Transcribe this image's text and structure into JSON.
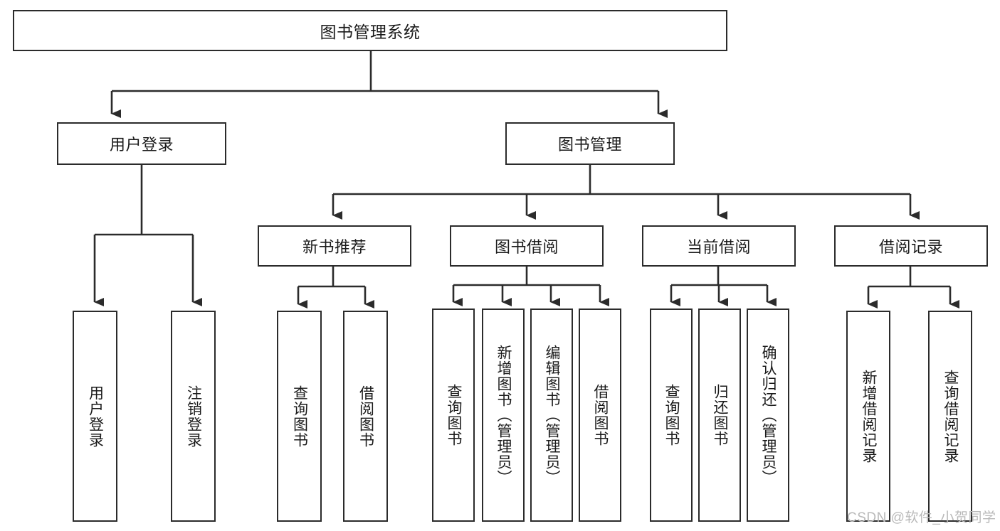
{
  "diagram": {
    "type": "tree-hierarchy-chart",
    "title": "图书管理系统",
    "stroke_color": "#2b2b2b",
    "fill_color": "#ffffff",
    "text_color": "#1a1a1a",
    "nodes": {
      "root": {
        "label": "图书管理系统",
        "level": 0,
        "orientation": "horizontal"
      },
      "user_login": {
        "label": "用户登录",
        "level": 1,
        "orientation": "horizontal"
      },
      "book_manage": {
        "label": "图书管理",
        "level": 1,
        "orientation": "horizontal"
      },
      "new_book_rec": {
        "label": "新书推荐",
        "level": 2,
        "orientation": "horizontal"
      },
      "book_borrow": {
        "label": "图书借阅",
        "level": 2,
        "orientation": "horizontal"
      },
      "current_borrow": {
        "label": "当前借阅",
        "level": 2,
        "orientation": "horizontal"
      },
      "borrow_record": {
        "label": "借阅记录",
        "level": 2,
        "orientation": "horizontal"
      },
      "leaf_user_login": {
        "label": "用户登录",
        "level": 3,
        "orientation": "vertical"
      },
      "leaf_logout": {
        "label": "注销登录",
        "level": 3,
        "orientation": "vertical"
      },
      "leaf_query_book_1": {
        "label": "查询图书",
        "level": 3,
        "orientation": "vertical"
      },
      "leaf_borrow_book_1": {
        "label": "借阅图书",
        "level": 3,
        "orientation": "vertical"
      },
      "leaf_query_book_2": {
        "label": "查询图书",
        "level": 3,
        "orientation": "vertical"
      },
      "leaf_add_book": {
        "label": "新增图书（管理员）",
        "level": 3,
        "orientation": "vertical"
      },
      "leaf_edit_book": {
        "label": "编辑图书（管理员）",
        "level": 3,
        "orientation": "vertical"
      },
      "leaf_borrow_book_2": {
        "label": "借阅图书",
        "level": 3,
        "orientation": "vertical"
      },
      "leaf_query_book_3": {
        "label": "查询图书",
        "level": 3,
        "orientation": "vertical"
      },
      "leaf_return_book": {
        "label": "归还图书",
        "level": 3,
        "orientation": "vertical"
      },
      "leaf_confirm_return": {
        "label": "确认归还（管理员）",
        "level": 3,
        "orientation": "vertical"
      },
      "leaf_add_record": {
        "label": "新增借阅记录",
        "level": 3,
        "orientation": "vertical"
      },
      "leaf_query_record": {
        "label": "查询借阅记录",
        "level": 3,
        "orientation": "vertical"
      }
    },
    "edges": [
      {
        "from": "root",
        "to": "user_login"
      },
      {
        "from": "root",
        "to": "book_manage"
      },
      {
        "from": "user_login",
        "to": "leaf_user_login"
      },
      {
        "from": "user_login",
        "to": "leaf_logout"
      },
      {
        "from": "book_manage",
        "to": "new_book_rec"
      },
      {
        "from": "book_manage",
        "to": "book_borrow"
      },
      {
        "from": "book_manage",
        "to": "current_borrow"
      },
      {
        "from": "book_manage",
        "to": "borrow_record"
      },
      {
        "from": "new_book_rec",
        "to": "leaf_query_book_1"
      },
      {
        "from": "new_book_rec",
        "to": "leaf_borrow_book_1"
      },
      {
        "from": "book_borrow",
        "to": "leaf_query_book_2"
      },
      {
        "from": "book_borrow",
        "to": "leaf_add_book"
      },
      {
        "from": "book_borrow",
        "to": "leaf_edit_book"
      },
      {
        "from": "book_borrow",
        "to": "leaf_borrow_book_2"
      },
      {
        "from": "current_borrow",
        "to": "leaf_query_book_3"
      },
      {
        "from": "current_borrow",
        "to": "leaf_return_book"
      },
      {
        "from": "current_borrow",
        "to": "leaf_confirm_return"
      },
      {
        "from": "borrow_record",
        "to": "leaf_add_record"
      },
      {
        "from": "borrow_record",
        "to": "leaf_query_record"
      }
    ]
  },
  "watermark": {
    "text": "CSDN @软件_小贺同学",
    "color": "#b9b9b9"
  }
}
